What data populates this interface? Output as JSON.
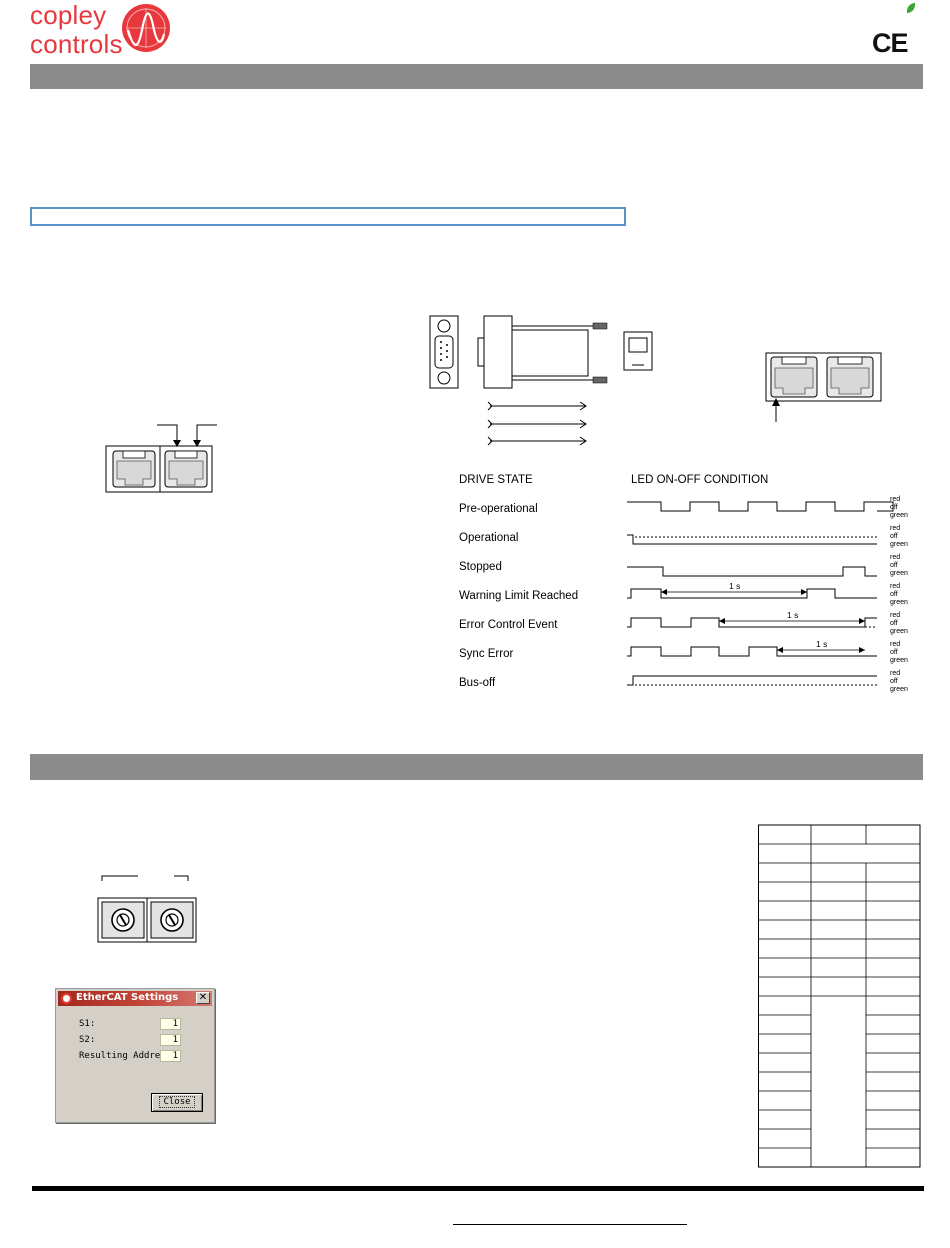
{
  "header": {
    "logo_line1": "copley",
    "logo_line2": "controls",
    "ce_mark": "CE"
  },
  "led_chart": {
    "col_header_state": "DRIVE  STATE",
    "col_header_condition": "LED ON-OFF CONDITION",
    "states": [
      {
        "name": "Pre-operational"
      },
      {
        "name": "Operational"
      },
      {
        "name": "Stopped"
      },
      {
        "name": "Warning Limit Reached",
        "interval": "1 s"
      },
      {
        "name": "Error Control Event",
        "interval": "1 s"
      },
      {
        "name": "Sync Error",
        "interval": "1 s"
      },
      {
        "name": "Bus-off"
      }
    ],
    "level_labels": [
      "red",
      "off",
      "green"
    ]
  },
  "dialog": {
    "title": "EtherCAT Settings",
    "close_x": "✕",
    "fields": [
      {
        "label": "S1:",
        "value": "1"
      },
      {
        "label": "S2:",
        "value": "1"
      },
      {
        "label": "Resulting Address:",
        "value": "1"
      }
    ],
    "close_button": "Close"
  },
  "colors": {
    "brand_red": "#e8383e",
    "section_bar": "#8c8c8c",
    "outline_box": "#5b8fc9",
    "leaf_green": "#3aa635"
  }
}
